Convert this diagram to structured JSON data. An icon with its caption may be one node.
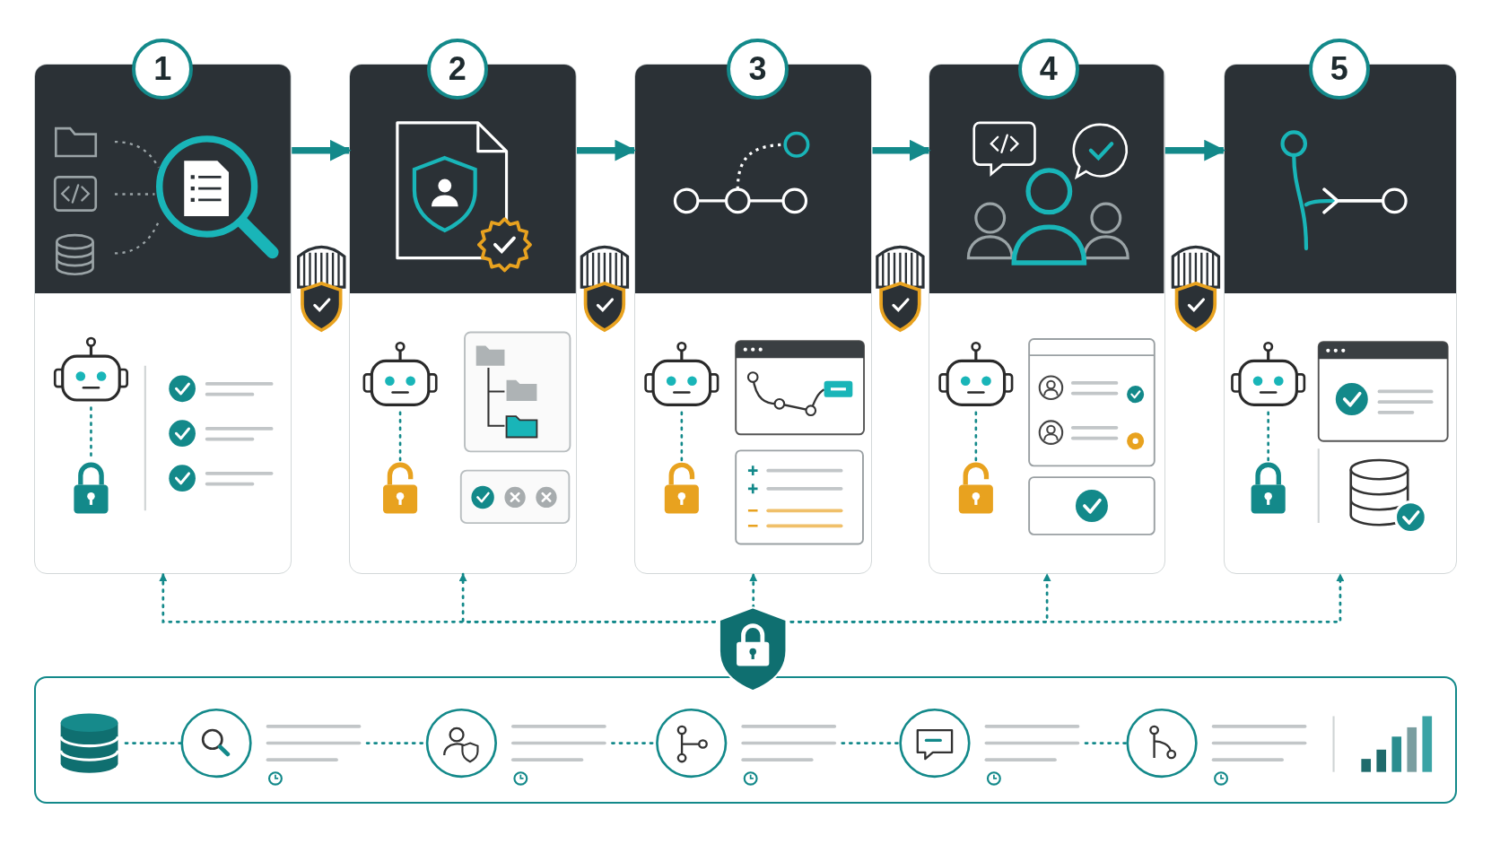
{
  "diagram": {
    "nodes": [
      {
        "text": [],
        "shape": "box"
      },
      {
        "text": [],
        "shape": "box"
      },
      {
        "text": [],
        "shape": "box"
      },
      {
        "text": [],
        "shape": "box"
      },
      {
        "text": [],
        "shape": "box"
      },
      {
        "text": [
          "1"
        ]
      },
      {
        "text": [
          "2"
        ]
      },
      {
        "text": [
          "3"
        ]
      },
      {
        "text": [
          "4"
        ]
      },
      {
        "text": [
          "5"
        ]
      },
      {
        "text": [],
        "shape": "shield"
      },
      {
        "text": [],
        "shape": "box"
      },
      {
        "text": [],
        "shape": "cylinder",
        "in": 11
      },
      {
        "text": [],
        "shape": "circle",
        "in": 11
      },
      {
        "text": [],
        "shape": "circle",
        "in": 11
      },
      {
        "text": [],
        "shape": "circle",
        "in": 11
      },
      {
        "text": [],
        "shape": "circle",
        "in": 11
      },
      {
        "text": [],
        "shape": "circle",
        "in": 11
      }
    ],
    "edges": [
      {
        "from": 0,
        "to": 1,
        "arrow": "to",
        "style": "thick"
      },
      {
        "from": 1,
        "to": 2,
        "arrow": "to",
        "style": "thick"
      },
      {
        "from": 2,
        "to": 3,
        "arrow": "to",
        "style": "thick"
      },
      {
        "from": 3,
        "to": 4,
        "arrow": "to",
        "style": "thick"
      },
      {
        "from": 10,
        "to": 0,
        "arrow": "to",
        "style": "dashed"
      },
      {
        "from": 10,
        "to": 1,
        "arrow": "to",
        "style": "dashed"
      },
      {
        "from": 10,
        "to": 2,
        "arrow": "to",
        "style": "dashed"
      },
      {
        "from": 10,
        "to": 3,
        "arrow": "to",
        "style": "dashed"
      },
      {
        "from": 10,
        "to": 4,
        "arrow": "to",
        "style": "dashed"
      },
      {
        "from": 12,
        "to": 13,
        "arrow": "none",
        "style": "dashed"
      },
      {
        "from": 13,
        "to": 14,
        "arrow": "none",
        "style": "dashed"
      },
      {
        "from": 14,
        "to": 15,
        "arrow": "none",
        "style": "dashed"
      },
      {
        "from": 15,
        "to": 16,
        "arrow": "none",
        "style": "dashed"
      },
      {
        "from": 16,
        "to": 17,
        "arrow": "none",
        "style": "dashed"
      }
    ]
  }
}
